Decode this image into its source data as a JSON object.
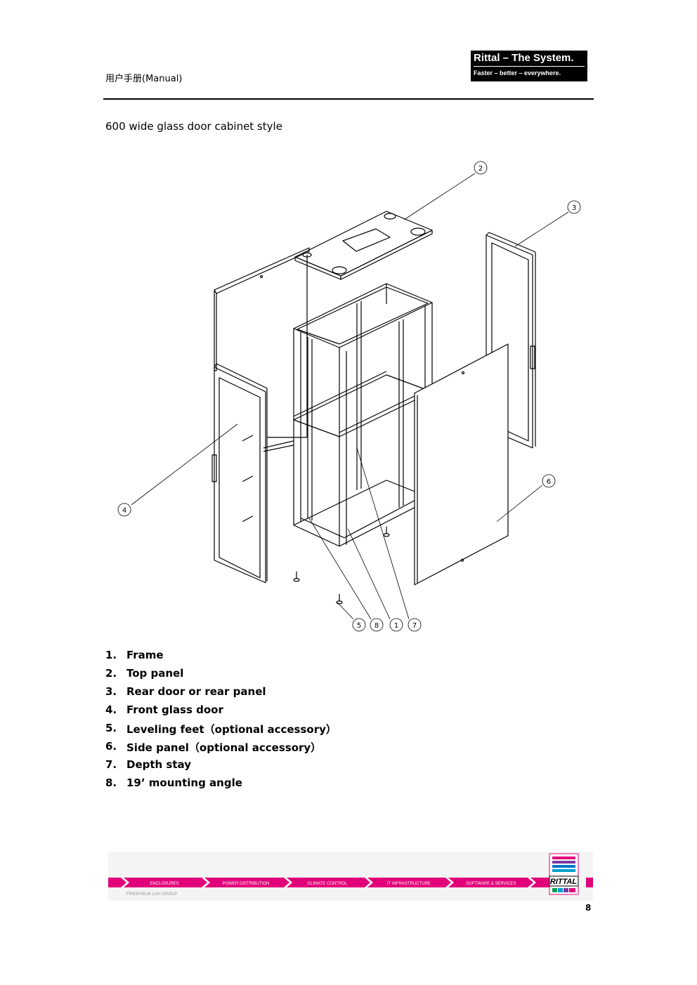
{
  "header": {
    "title": "用户手册(Manual)",
    "brand_main": "Rittal – The System.",
    "brand_sub": "Faster – better – everywhere."
  },
  "section_title": "600 wide glass door cabinet style",
  "callouts": [
    "1",
    "2",
    "3",
    "4",
    "5",
    "6",
    "7",
    "8"
  ],
  "parts": [
    {
      "num": "1.",
      "label": "Frame"
    },
    {
      "num": "2.",
      "label": "Top panel"
    },
    {
      "num": "3.",
      "label": "Rear door or rear panel"
    },
    {
      "num": "4.",
      "label": "Front glass door"
    },
    {
      "num": "5.",
      "label": "Leveling feet（optional accessory）"
    },
    {
      "num": "6.",
      "label": "Side panel（optional accessory）"
    },
    {
      "num": "7.",
      "label": "Depth stay"
    },
    {
      "num": "8.",
      "label": "19’ mounting angle"
    }
  ],
  "footer": {
    "segments": [
      "ENCLOSURES",
      "POWER DISTRIBUTION",
      "CLIMATE CONTROL",
      "IT INFRASTRUCTURE",
      "SOFTWARE & SERVICES"
    ],
    "group": "FRIEDHELM LOH GROUP",
    "logo": "RITTAL",
    "accent_color": "#e2007a"
  },
  "page_number": "8"
}
